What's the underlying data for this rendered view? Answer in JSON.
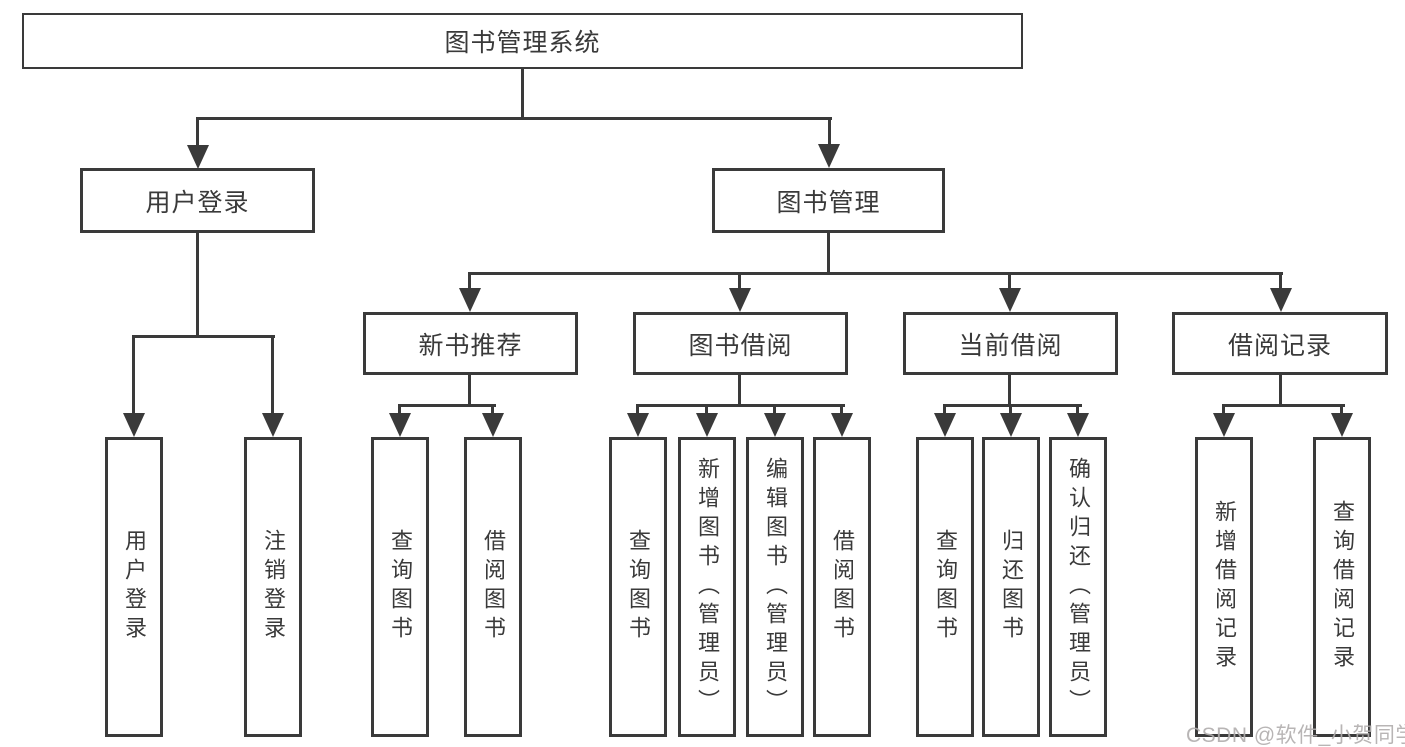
{
  "tree": {
    "label": "图书管理系统",
    "children": [
      {
        "label": "用户登录",
        "children": [
          {
            "label": "用户登录"
          },
          {
            "label": "注销登录"
          }
        ]
      },
      {
        "label": "图书管理",
        "children": [
          {
            "label": "新书推荐",
            "children": [
              {
                "label": "查询图书"
              },
              {
                "label": "借阅图书"
              }
            ]
          },
          {
            "label": "图书借阅",
            "children": [
              {
                "label": "查询图书"
              },
              {
                "label": "新增图书（管理员）"
              },
              {
                "label": "编辑图书（管理员）"
              },
              {
                "label": "借阅图书"
              }
            ]
          },
          {
            "label": "当前借阅",
            "children": [
              {
                "label": "查询图书"
              },
              {
                "label": "归还图书"
              },
              {
                "label": "确认归还（管理员）"
              }
            ]
          },
          {
            "label": "借阅记录",
            "children": [
              {
                "label": "新增借阅记录"
              },
              {
                "label": "查询借阅记录"
              }
            ]
          }
        ]
      }
    ]
  },
  "watermark": "CSDN @软件_小贺同学",
  "colors": {
    "line": "#3a3a3a",
    "text": "#3a3a3a",
    "watermark": "#b1aeae",
    "background": "#ffffff"
  }
}
